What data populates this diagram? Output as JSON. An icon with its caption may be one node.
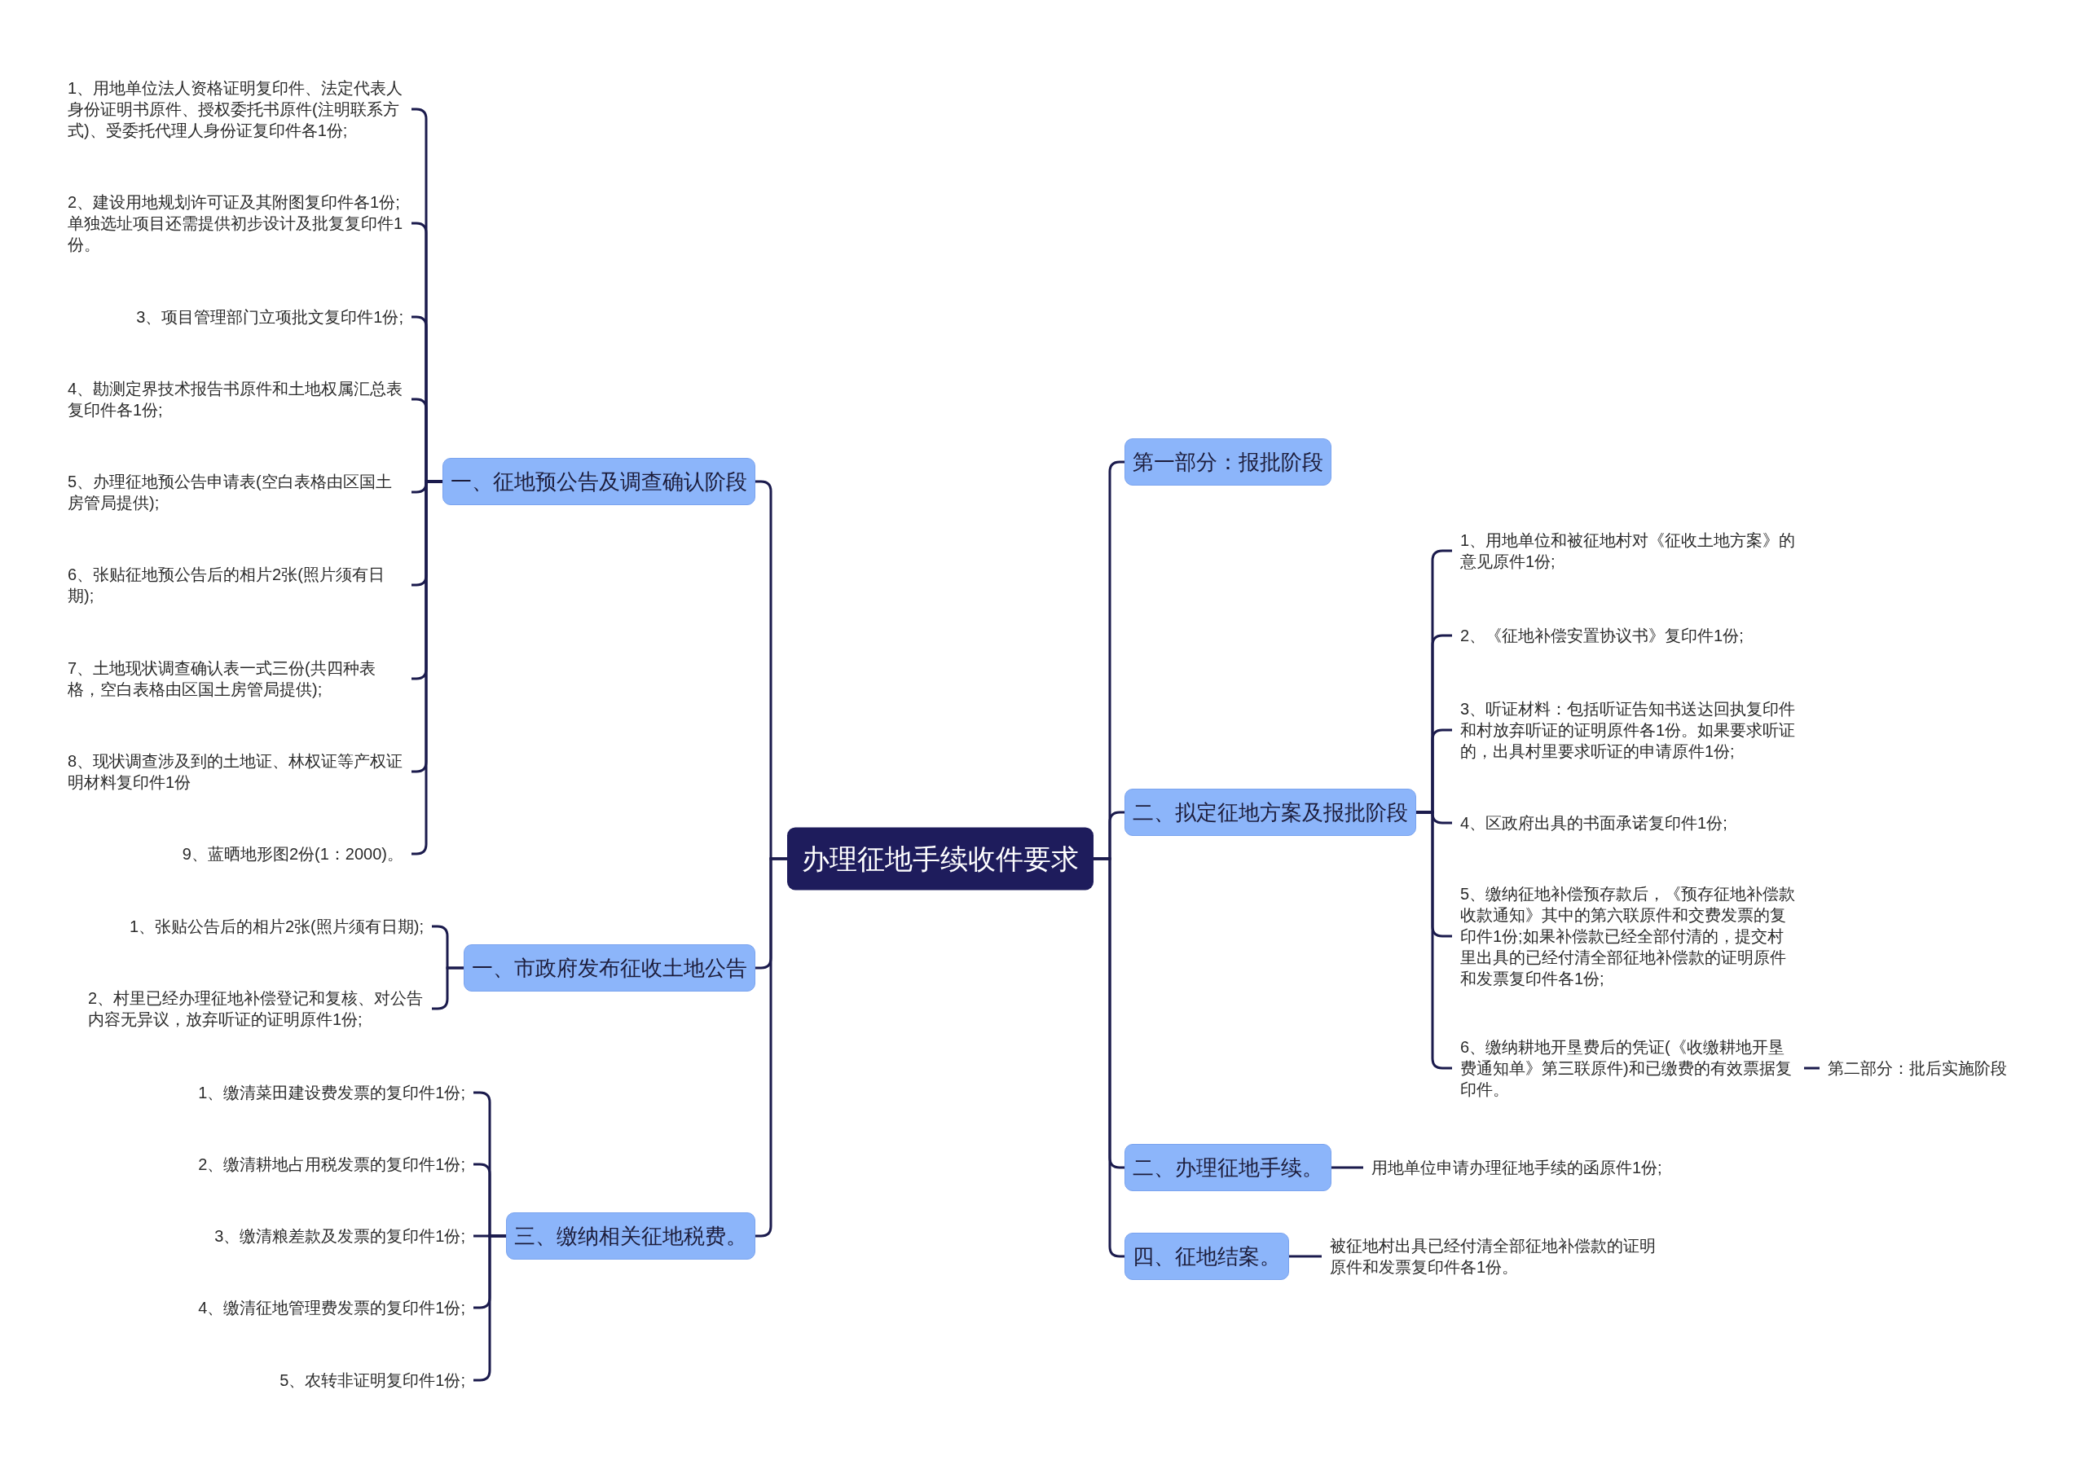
{
  "diagram": {
    "nodes": [
      {
        "text": [
          "办理征地手续收件要求"
        ]
      },
      {
        "text": [
          "一、征地预公告及调查确认阶段"
        ]
      },
      {
        "text": [
          "1、用地单位法人资格证明复印件、法定代表人身份证明书原件、授权委托书原件(注明联系方式)、受委托代理人身份证复印件各1份;"
        ]
      },
      {
        "text": [
          "2、建设用地规划许可证及其附图复印件各1份;单独选址项目还需提供初步设计及批复复印件1份。"
        ]
      },
      {
        "text": [
          "3、项目管理部门立项批文复印件1份;"
        ]
      },
      {
        "text": [
          "4、勘测定界技术报告书原件和土地权属汇总表复印件各1份;"
        ]
      },
      {
        "text": [
          "5、办理征地预公告申请表(空白表格由区国土房管局提供);"
        ]
      },
      {
        "text": [
          "6、张贴征地预公告后的相片2张(照片须有日期);"
        ]
      },
      {
        "text": [
          "7、土地现状调查确认表一式三份(共四种表格，空白表格由区国土房管局提供);"
        ]
      },
      {
        "text": [
          "8、现状调查涉及到的土地证、林权证等产权证明材料复印件1份"
        ]
      },
      {
        "text": [
          "9、蓝晒地形图2份(1：2000)。"
        ]
      },
      {
        "text": [
          "一、市政府发布征收土地公告"
        ]
      },
      {
        "text": [
          "1、张贴公告后的相片2张(照片须有日期);"
        ]
      },
      {
        "text": [
          "2、村里已经办理征地补偿登记和复核、对公告内容无异议，放弃听证的证明原件1份;"
        ]
      },
      {
        "text": [
          "三、缴纳相关征地税费。"
        ]
      },
      {
        "text": [
          "1、缴清菜田建设费发票的复印件1份;"
        ]
      },
      {
        "text": [
          "2、缴清耕地占用税发票的复印件1份;"
        ]
      },
      {
        "text": [
          "3、缴清粮差款及发票的复印件1份;"
        ]
      },
      {
        "text": [
          "4、缴清征地管理费发票的复印件1份;"
        ]
      },
      {
        "text": [
          "5、农转非证明复印件1份;"
        ]
      },
      {
        "text": [
          "第一部分：报批阶段"
        ]
      },
      {
        "text": [
          "二、拟定征地方案及报批阶段"
        ]
      },
      {
        "text": [
          "1、用地单位和被征地村对《征收土地方案》的意见原件1份;"
        ]
      },
      {
        "text": [
          "2、《征地补偿安置协议书》复印件1份;"
        ]
      },
      {
        "text": [
          "3、听证材料：包括听证告知书送达回执复印件和村放弃听证的证明原件各1份。如果要求听证的，出具村里要求听证的申请原件1份;"
        ]
      },
      {
        "text": [
          "4、区政府出具的书面承诺复印件1份;"
        ]
      },
      {
        "text": [
          "5、缴纳征地补偿预存款后，《预存征地补偿款收款通知》其中的第六联原件和交费发票的复印件1份;如果补偿款已经全部付清的，提交村里出具的已经付清全部征地补偿款的证明原件和发票复印件各1份;"
        ]
      },
      {
        "text": [
          "6、缴纳耕地开垦费后的凭证(《收缴耕地开垦费通知单》第三联原件)和已缴费的有效票据复印件。"
        ]
      },
      {
        "text": [
          "第二部分：批后实施阶段"
        ]
      },
      {
        "text": [
          "二、办理征地手续。"
        ]
      },
      {
        "text": [
          "用地单位申请办理征地手续的函原件1份;"
        ]
      },
      {
        "text": [
          "四、征地结案。"
        ]
      },
      {
        "text": [
          "被征地村出具已经付清全部征地补偿款的证明原件和发票复印件各1份。"
        ]
      }
    ],
    "edges": [
      {
        "from": 0,
        "to": 1,
        "arrow": "none"
      },
      {
        "from": 1,
        "to": 2,
        "arrow": "none"
      },
      {
        "from": 1,
        "to": 3,
        "arrow": "none"
      },
      {
        "from": 1,
        "to": 4,
        "arrow": "none"
      },
      {
        "from": 1,
        "to": 5,
        "arrow": "none"
      },
      {
        "from": 1,
        "to": 6,
        "arrow": "none"
      },
      {
        "from": 1,
        "to": 7,
        "arrow": "none"
      },
      {
        "from": 1,
        "to": 8,
        "arrow": "none"
      },
      {
        "from": 1,
        "to": 9,
        "arrow": "none"
      },
      {
        "from": 1,
        "to": 10,
        "arrow": "none"
      },
      {
        "from": 0,
        "to": 11,
        "arrow": "none"
      },
      {
        "from": 11,
        "to": 12,
        "arrow": "none"
      },
      {
        "from": 11,
        "to": 13,
        "arrow": "none"
      },
      {
        "from": 0,
        "to": 14,
        "arrow": "none"
      },
      {
        "from": 14,
        "to": 15,
        "arrow": "none"
      },
      {
        "from": 14,
        "to": 16,
        "arrow": "none"
      },
      {
        "from": 14,
        "to": 17,
        "arrow": "none"
      },
      {
        "from": 14,
        "to": 18,
        "arrow": "none"
      },
      {
        "from": 14,
        "to": 19,
        "arrow": "none"
      },
      {
        "from": 0,
        "to": 20,
        "arrow": "none"
      },
      {
        "from": 0,
        "to": 21,
        "arrow": "none"
      },
      {
        "from": 21,
        "to": 22,
        "arrow": "none"
      },
      {
        "from": 21,
        "to": 23,
        "arrow": "none"
      },
      {
        "from": 21,
        "to": 24,
        "arrow": "none"
      },
      {
        "from": 21,
        "to": 25,
        "arrow": "none"
      },
      {
        "from": 21,
        "to": 26,
        "arrow": "none"
      },
      {
        "from": 21,
        "to": 27,
        "arrow": "none"
      },
      {
        "from": 27,
        "to": 28,
        "arrow": "none"
      },
      {
        "from": 0,
        "to": 29,
        "arrow": "none"
      },
      {
        "from": 29,
        "to": 30,
        "arrow": "none"
      },
      {
        "from": 0,
        "to": 31,
        "arrow": "none"
      },
      {
        "from": 31,
        "to": 32,
        "arrow": "none"
      }
    ]
  }
}
